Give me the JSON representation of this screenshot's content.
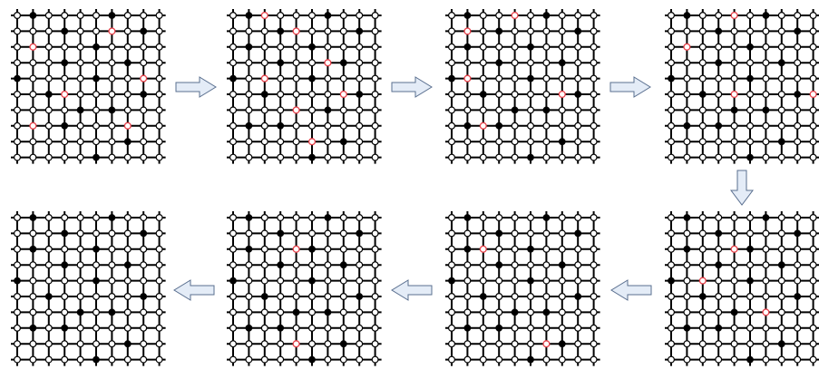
{
  "colors": {
    "background": "#ffffff",
    "lattice": "#000000",
    "filled_node": "#000000",
    "open_node_fill": "#ffffff",
    "open_node_stroke": "#000000",
    "highlight_node_stroke": "#e8414a",
    "arrow_fill": "#e4ecf7",
    "arrow_stroke": "#5a6f8f"
  },
  "lattice": {
    "rows": 10,
    "cols": 10,
    "filled_nodes": [
      [
        0,
        1
      ],
      [
        0,
        6
      ],
      [
        1,
        3
      ],
      [
        1,
        8
      ],
      [
        2,
        1
      ],
      [
        2,
        5
      ],
      [
        3,
        3
      ],
      [
        3,
        7
      ],
      [
        4,
        0
      ],
      [
        4,
        5
      ],
      [
        5,
        2
      ],
      [
        5,
        8
      ],
      [
        6,
        4
      ],
      [
        6,
        6
      ],
      [
        7,
        1
      ],
      [
        7,
        3
      ],
      [
        8,
        7
      ],
      [
        9,
        5
      ]
    ]
  },
  "panels": [
    {
      "id": "step-1",
      "highlighted_nodes": [
        [
          1,
          6
        ],
        [
          2,
          1
        ],
        [
          4,
          8
        ],
        [
          5,
          3
        ],
        [
          7,
          1
        ],
        [
          7,
          7
        ]
      ]
    },
    {
      "id": "step-2",
      "highlighted_nodes": [
        [
          0,
          2
        ],
        [
          1,
          4
        ],
        [
          3,
          6
        ],
        [
          4,
          2
        ],
        [
          5,
          7
        ],
        [
          6,
          4
        ],
        [
          8,
          5
        ]
      ]
    },
    {
      "id": "step-3",
      "highlighted_nodes": [
        [
          0,
          4
        ],
        [
          1,
          1
        ],
        [
          4,
          1
        ],
        [
          5,
          7
        ],
        [
          7,
          2
        ]
      ]
    },
    {
      "id": "step-4",
      "highlighted_nodes": [
        [
          0,
          4
        ],
        [
          2,
          1
        ],
        [
          5,
          4
        ],
        [
          5,
          9
        ]
      ]
    },
    {
      "id": "step-5",
      "highlighted_nodes": [
        [
          2,
          4
        ],
        [
          4,
          2
        ],
        [
          6,
          6
        ]
      ]
    },
    {
      "id": "step-6",
      "highlighted_nodes": [
        [
          2,
          2
        ],
        [
          8,
          6
        ]
      ]
    },
    {
      "id": "step-7",
      "highlighted_nodes": [
        [
          2,
          4
        ],
        [
          8,
          4
        ]
      ]
    },
    {
      "id": "step-8",
      "highlighted_nodes": []
    }
  ],
  "arrows": [
    {
      "from": "step-1",
      "to": "step-2",
      "direction": "right"
    },
    {
      "from": "step-2",
      "to": "step-3",
      "direction": "right"
    },
    {
      "from": "step-3",
      "to": "step-4",
      "direction": "right"
    },
    {
      "from": "step-4",
      "to": "step-5",
      "direction": "down"
    },
    {
      "from": "step-5",
      "to": "step-6",
      "direction": "left"
    },
    {
      "from": "step-6",
      "to": "step-7",
      "direction": "left"
    },
    {
      "from": "step-7",
      "to": "step-8",
      "direction": "left"
    }
  ]
}
